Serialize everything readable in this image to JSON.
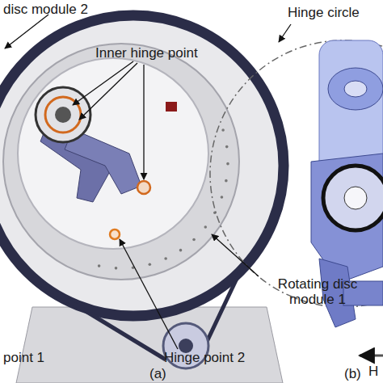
{
  "diagram": {
    "labels": [
      "disc module 2",
      "Inner hinge point",
      "Hinge circle",
      "Rotating disc module 1",
      "point 1",
      "Hinge point 2",
      "(a)",
      "(b)",
      "H"
    ]
  }
}
